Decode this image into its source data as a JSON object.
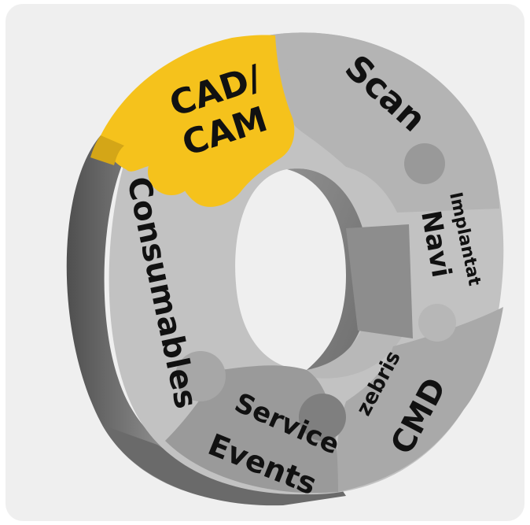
{
  "segments": [
    {
      "id": "cad-cam",
      "line1": "CAD/",
      "line2": "CAM",
      "highlighted": true
    },
    {
      "id": "scan",
      "label": "Scan"
    },
    {
      "id": "implantat-navi",
      "line1": "Implantat",
      "line2": "Navi"
    },
    {
      "id": "zebris-cmd",
      "line1": "zebris",
      "line2": "CMD"
    },
    {
      "id": "service-events",
      "line1": "Service",
      "line2": "Events"
    },
    {
      "id": "consumables",
      "label": "Consumables"
    }
  ],
  "colors": {
    "highlight": "#f5c21c",
    "face_light": "#c2c2c2",
    "face_mid": "#b1b1b1",
    "face_dark": "#8d8d8d",
    "side_dark": "#6e6e6e",
    "background": "#efefef"
  }
}
